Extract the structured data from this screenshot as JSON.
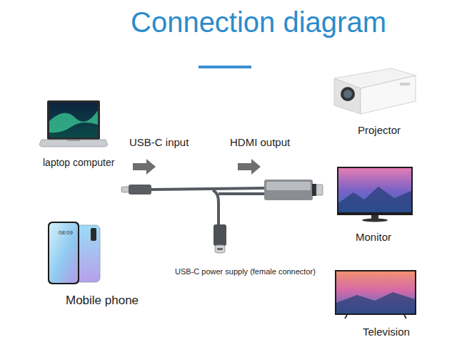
{
  "diagram": {
    "title": "Connection diagram",
    "nodes": [
      {
        "text": [
          "laptop computer"
        ]
      },
      {
        "text": [
          "Mobile phone"
        ]
      },
      {
        "text": [
          "Projector"
        ]
      },
      {
        "text": [
          "Monitor"
        ]
      },
      {
        "text": [
          "Television"
        ]
      }
    ],
    "labels": [
      "USB-C input",
      "HDMI output",
      "USB-C power supply (female connector)",
      "08:09"
    ]
  }
}
